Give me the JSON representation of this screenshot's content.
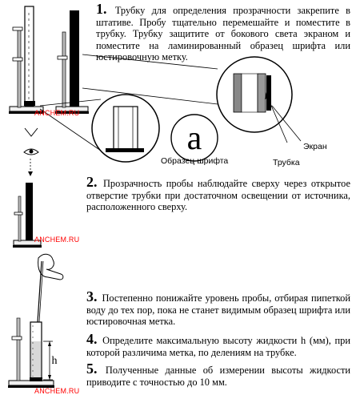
{
  "steps": [
    {
      "num": "1.",
      "text": "Трубку для определения прозрачности закрепите в штативе. Пробу тщательно перемешайте и поместите в трубку. Трубку защитите от бокового света экраном и поместите на ламинированный образец шрифта или юстировочную метку."
    },
    {
      "num": "2.",
      "text": "Прозрачность пробы наблюдайте сверху через открытое отверстие трубки при достаточном освещении от источника, расположенного сверху."
    },
    {
      "num": "3.",
      "text": "Постепенно понижайте уровень пробы, отбирая пипеткой воду до тех пор, пока не станет видимым образец шрифта или юстировочная метка."
    },
    {
      "num": "4.",
      "text": "Определите максимальную высоту жидкости h (мм), при которой различима метка, по делениям на трубке."
    },
    {
      "num": "5.",
      "text": "Полученные данные об измерении высоты жидкости приводите с точностью до 10 мм."
    }
  ],
  "labels": {
    "letter": "a",
    "font_sample": "Образец шрифта",
    "screen": "Экран",
    "tube": "Трубка",
    "height": "h"
  },
  "watermarks": [
    "ANCHEM.RU",
    "ANCHEM.RU",
    "ANCHEM.RU"
  ],
  "colors": {
    "watermark": "#ff0000",
    "ink": "#000000"
  }
}
